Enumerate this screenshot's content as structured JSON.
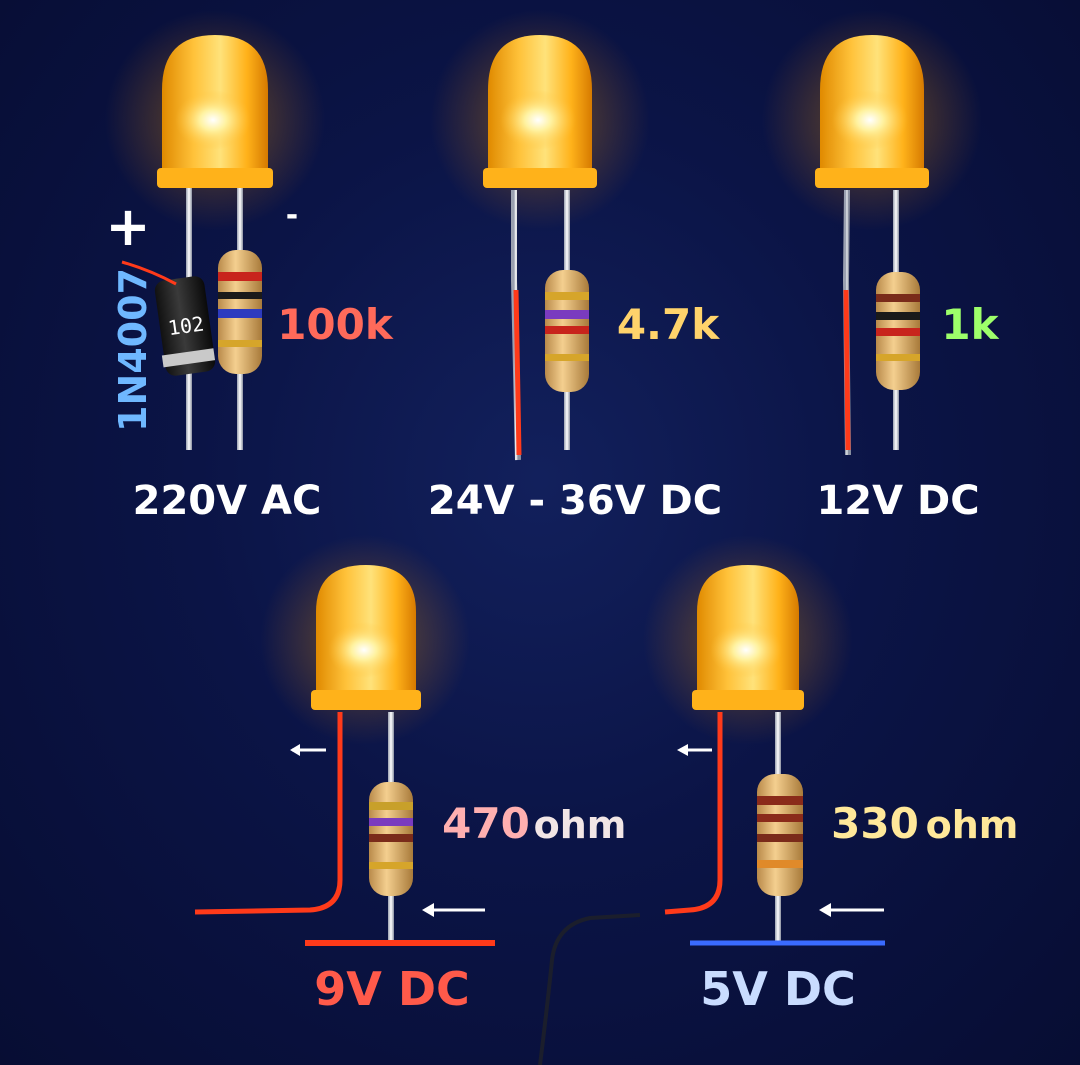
{
  "circuits": [
    {
      "id": "220v",
      "voltage_label": "220V AC",
      "resistor_label": "100k",
      "resistor_label_color": "#ff6a5a",
      "underline_color": "#ff2a2a",
      "diode": {
        "part_number": "1N4007",
        "marking": "102",
        "plus": "+",
        "minus": "-"
      }
    },
    {
      "id": "24v",
      "voltage_label": "24V - 36V DC",
      "resistor_label": "4.7k",
      "resistor_label_color": "#ffd36b",
      "underline_color": "#ffb020"
    },
    {
      "id": "12v",
      "voltage_label": "12V DC",
      "resistor_label": "1k",
      "resistor_label_color": "#9dff6a",
      "underline_color": "#3dff3d"
    },
    {
      "id": "9v",
      "voltage_label": "9V DC",
      "voltage_label_color": "#ff5a4a",
      "resistor_value": "470",
      "resistor_unit": "ohm",
      "resistor_value_color": "#ffb0b0",
      "underline_color": "#ffaa20"
    },
    {
      "id": "5v",
      "voltage_label": "5V DC",
      "voltage_label_color": "#c9dcff",
      "resistor_value": "330",
      "resistor_unit": "ohm",
      "resistor_value_color": "#ffe89a",
      "underline_color": "#2aff4a"
    }
  ],
  "colors": {
    "background": "#0b1446",
    "led_glow": "#ffb200",
    "wire_red": "#ff3a1a",
    "wire_blue": "#3a6bff",
    "arrow": "#ffffff"
  },
  "icons": [
    "led-icon",
    "resistor-icon",
    "diode-icon",
    "arrow-left-icon"
  ]
}
